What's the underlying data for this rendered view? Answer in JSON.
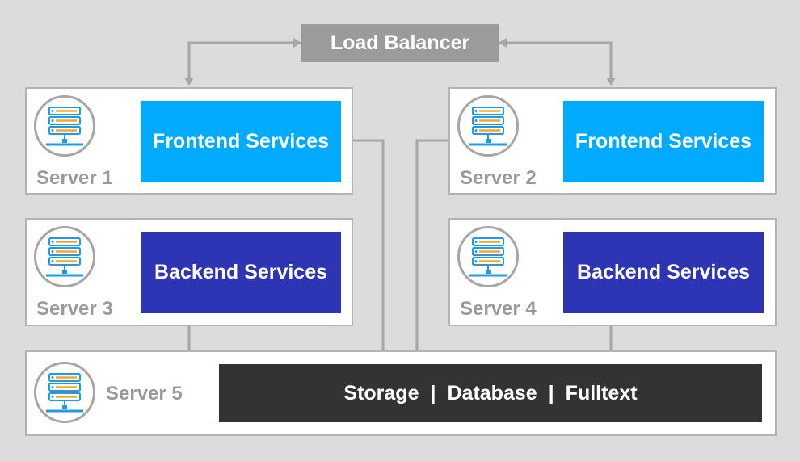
{
  "load_balancer": {
    "label": "Load Balancer"
  },
  "servers": [
    {
      "label": "Server 1",
      "service": "Frontend Services"
    },
    {
      "label": "Server 2",
      "service": "Frontend Services"
    },
    {
      "label": "Server 3",
      "service": "Backend Services"
    },
    {
      "label": "Server 4",
      "service": "Backend Services"
    },
    {
      "label": "Server 5"
    }
  ],
  "storage": {
    "items": [
      "Storage",
      "Database",
      "Fulltext"
    ],
    "separator": "|"
  },
  "colors": {
    "background": "#dcdcdc",
    "panel_border": "#b3b3b3",
    "load_balancer": "#9b9b9b",
    "frontend": "#00aaff",
    "backend": "#2e35b4",
    "storage": "#333333",
    "connector": "#a6a6a6",
    "server_icon_accent": "#f5a623",
    "server_icon_base": "#1e9be8"
  }
}
